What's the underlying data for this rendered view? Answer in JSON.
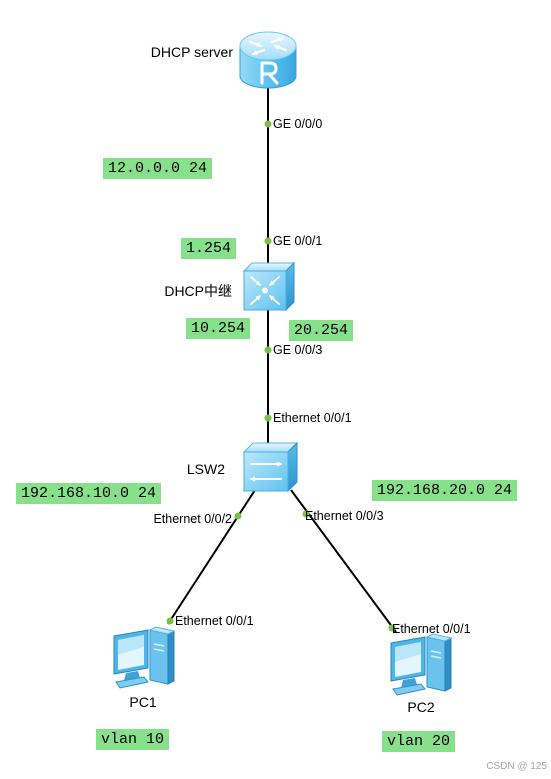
{
  "devices": {
    "router": {
      "label": "DHCP server",
      "icon": "router-icon",
      "ports": [
        "GE 0/0/0"
      ]
    },
    "relay": {
      "label": "DHCP中继",
      "icon": "l3-switch-icon",
      "ports": [
        "GE 0/0/1",
        "GE 0/0/3"
      ]
    },
    "lsw2": {
      "label": "LSW2",
      "icon": "switch-icon",
      "ports": [
        "Ethernet 0/0/1",
        "Ethernet 0/0/2",
        "Ethernet 0/0/3"
      ]
    },
    "pc1": {
      "label": "PC1",
      "icon": "pc-icon",
      "ports": [
        "Ethernet 0/0/1"
      ]
    },
    "pc2": {
      "label": "PC2",
      "icon": "pc-icon",
      "ports": [
        "Ethernet 0/0/1"
      ]
    }
  },
  "annotations": {
    "subnet_12": "12.0.0.0 24",
    "relay_ip_1": "1.254",
    "relay_ip_10": "10.254",
    "relay_ip_20": "20.254",
    "subnet_vlan10": "192.168.10.0 24",
    "subnet_vlan20": "192.168.20.0 24",
    "pc1_vlan": "vlan 10",
    "pc2_vlan": "vlan 20"
  },
  "watermark": "CSDN @ 125",
  "colors": {
    "annotation_background": "#86e18a",
    "port_dot": "#7cc242",
    "link_line": "#000000",
    "device_blue": "#5ec2f0",
    "watermark_text": "#a6a6a6"
  }
}
